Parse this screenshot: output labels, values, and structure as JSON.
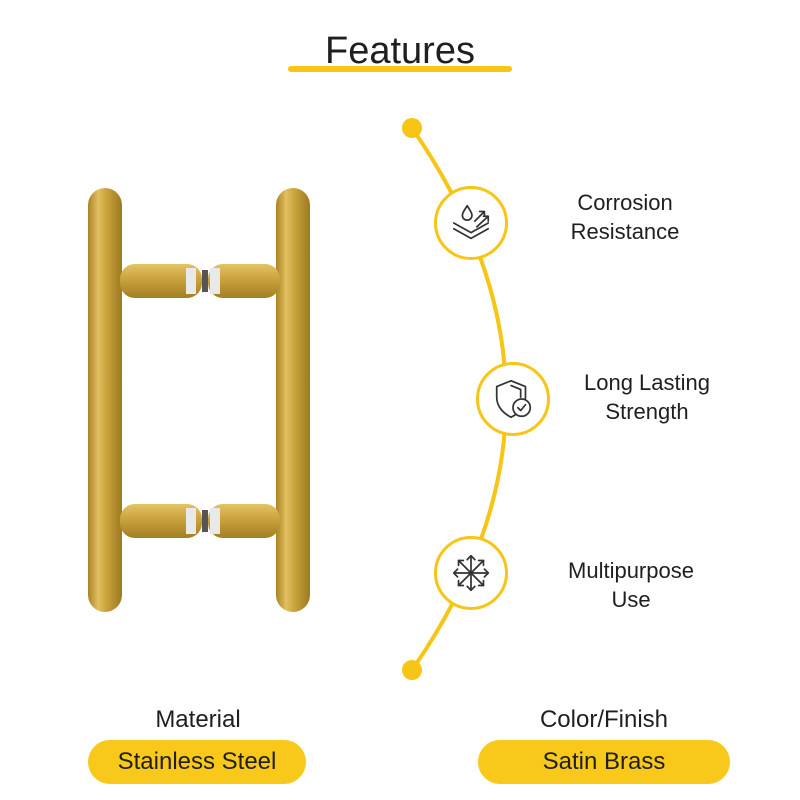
{
  "title": "Features",
  "colors": {
    "accent": "#f6c516",
    "pill": "#f8c81b",
    "brass": "#c9a23c",
    "text": "#1f1f1f"
  },
  "product": {
    "image": "door-pull-handle"
  },
  "features": [
    {
      "line1": "Corrosion",
      "line2": "Resistance",
      "icon": "corrosion-resistance-icon"
    },
    {
      "line1": "Long Lasting",
      "line2": "Strength",
      "icon": "shield-check-icon"
    },
    {
      "line1": "Multipurpose",
      "line2": "Use",
      "icon": "multidirection-arrows-icon"
    }
  ],
  "specs": [
    {
      "heading": "Material",
      "value": "Stainless Steel"
    },
    {
      "heading": "Color/Finish",
      "value": "Satin Brass"
    }
  ]
}
